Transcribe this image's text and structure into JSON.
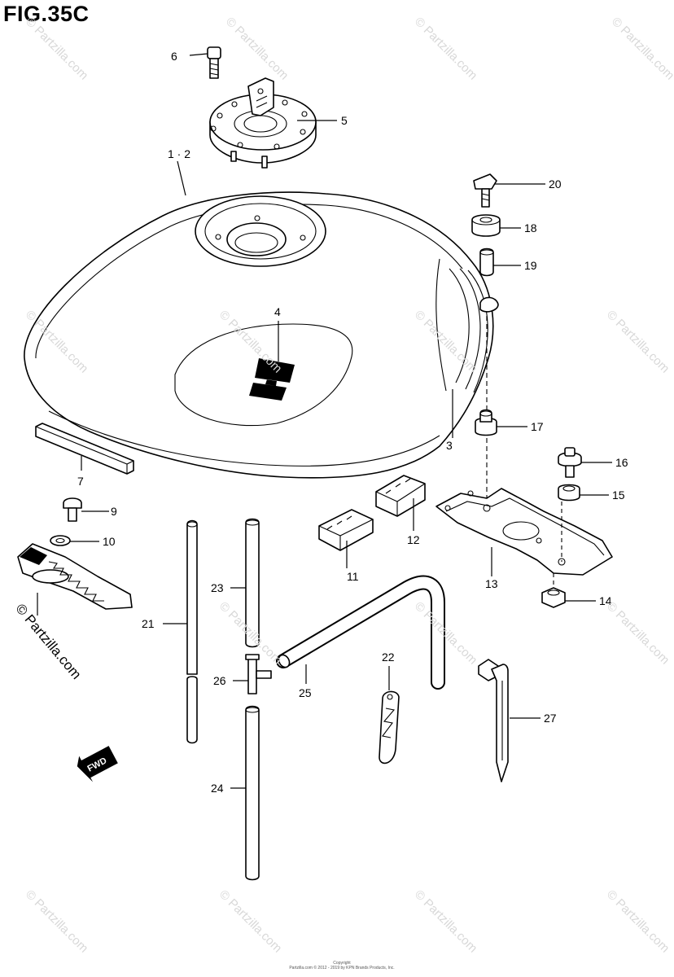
{
  "figure": {
    "title": "FIG.35C",
    "fwd_label": "FWD"
  },
  "watermark": {
    "corner_text": "© Partzilla.com",
    "tile_text": "© Partzilla.com"
  },
  "copyright": {
    "line1": "Copyright",
    "line2": "Partzilla.com © 2012 - 2019 by KPN Brands Products, Inc."
  },
  "callouts": {
    "c1_2": "1 · 2",
    "c3": "3",
    "c4": "4",
    "c5": "5",
    "c6": "6",
    "c7": "7",
    "c9": "9",
    "c10": "10",
    "c11": "11",
    "c12": "12",
    "c13": "13",
    "c14": "14",
    "c15": "15",
    "c16": "16",
    "c17": "17",
    "c18": "18",
    "c19": "19",
    "c20": "20",
    "c21": "21",
    "c22": "22",
    "c23": "23",
    "c24": "24",
    "c25": "25",
    "c26": "26",
    "c27": "27"
  }
}
